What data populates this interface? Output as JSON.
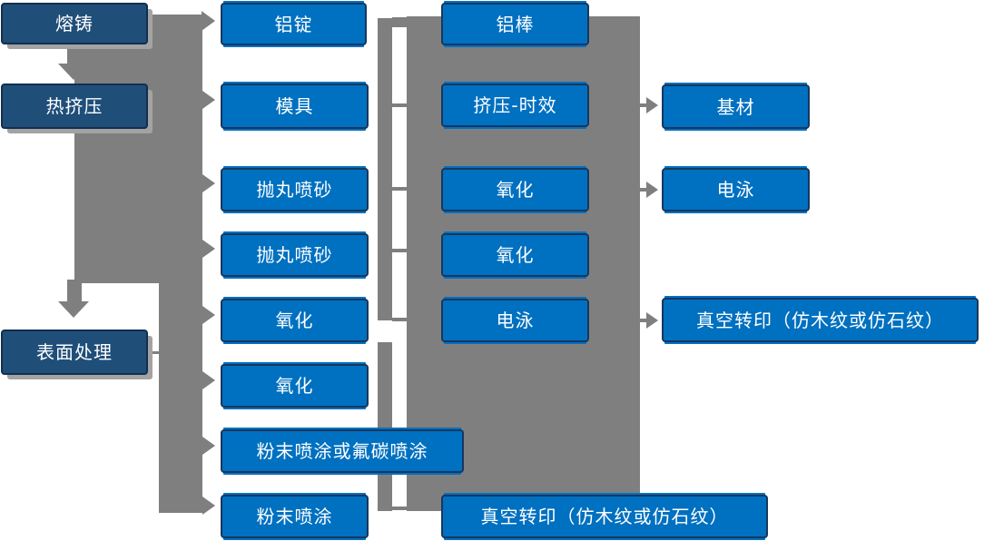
{
  "colors": {
    "dark_box_fill": "#1F4E79",
    "bright_box_fill": "#0070C0",
    "box_border": "#17375E",
    "connector_gray": "#7F7F7F",
    "box_text": "#FFFFFF",
    "background": "#FFFFFF"
  },
  "diagram": {
    "col1": [
      {
        "label": "熔铸"
      },
      {
        "label": "热挤压"
      },
      {
        "label": "表面处理"
      }
    ],
    "col2": [
      {
        "label": "铝锭"
      },
      {
        "label": "模具"
      },
      {
        "label": "抛丸喷砂"
      },
      {
        "label": "抛丸喷砂"
      },
      {
        "label": "氧化"
      },
      {
        "label": "氧化"
      },
      {
        "label": "粉末喷涂或氟碳喷涂"
      },
      {
        "label": "粉末喷涂"
      }
    ],
    "col3": [
      {
        "label": "铝棒"
      },
      {
        "label": "挤压-时效"
      },
      {
        "label": "氧化"
      },
      {
        "label": "氧化"
      },
      {
        "label": "电泳"
      },
      {
        "label": "真空转印（仿木纹或仿石纹）"
      }
    ],
    "col4": [
      {
        "label": "基材"
      },
      {
        "label": "电泳"
      },
      {
        "label": "真空转印（仿木纹或仿石纹）"
      }
    ]
  }
}
